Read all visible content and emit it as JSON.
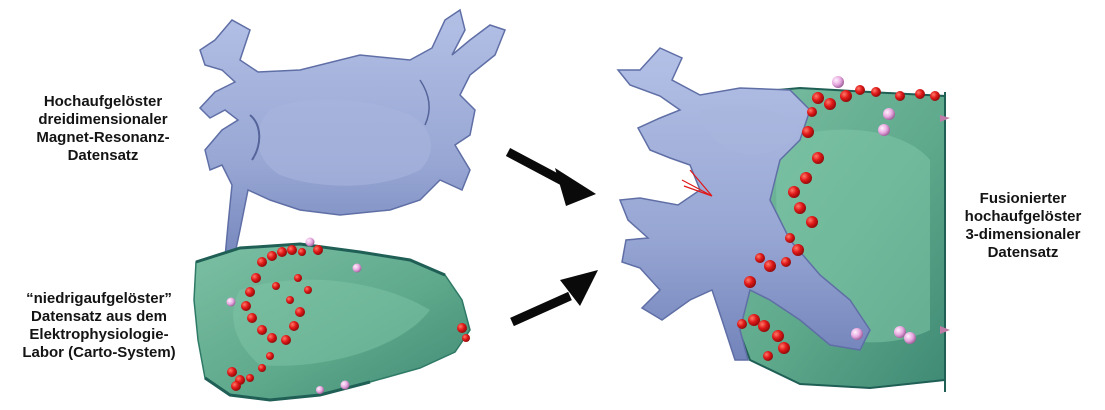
{
  "labels": {
    "mri_dataset": [
      "Hochaufgelöster",
      "dreidimensionaler",
      "Magnet-Resonanz-",
      "Datensatz"
    ],
    "carto_dataset": [
      "“niedrigaufgelöster”",
      "Datensatz aus dem",
      "Elektrophysiologie-",
      "Labor (Carto-System)"
    ],
    "fused_dataset": [
      "Fusionierter",
      "hochaufgelöster",
      "3-dimensionaler",
      "Datensatz"
    ]
  },
  "colors": {
    "mri_surface": "#97a6d3",
    "mri_shadow": "#6f7fb4",
    "carto_surface": "#5fa98c",
    "carto_shadow": "#2f7a66",
    "ablation_point": "#e01818",
    "marker_point": "#e8a8e0",
    "arrow": "#0a0a0a",
    "label_text": "#141414"
  }
}
